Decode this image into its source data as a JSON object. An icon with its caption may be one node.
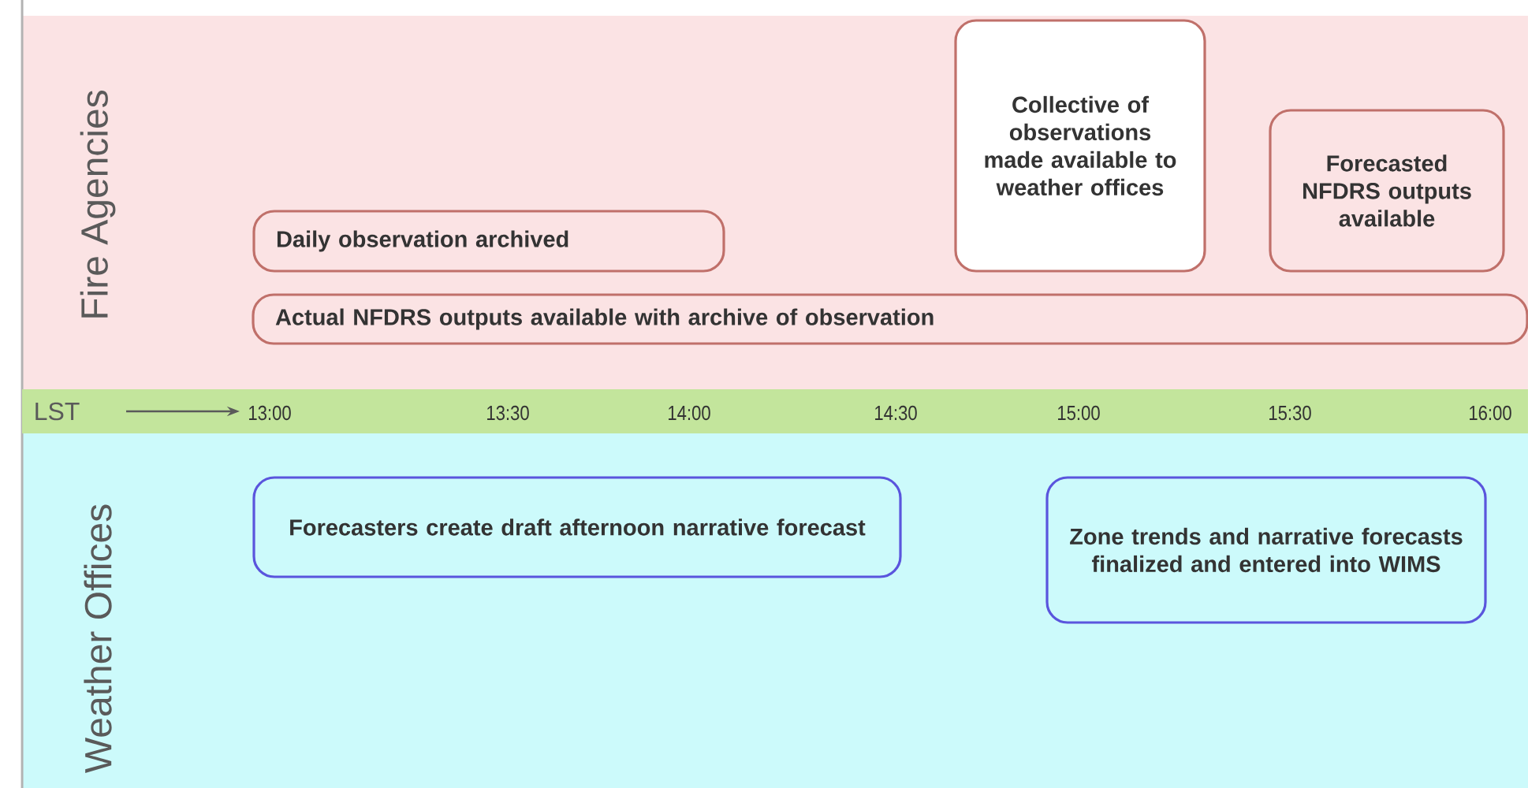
{
  "diagram": {
    "nodes": [
      {
        "text": [
          "Fire Agencies"
        ]
      },
      {
        "text": [
          "Daily observation archived"
        ],
        "in": 0
      },
      {
        "text": [
          "Actual NFDRS outputs available with archive of observation"
        ],
        "in": 0
      },
      {
        "text": [
          "Collective of observations made available to weather offices"
        ],
        "in": 0
      },
      {
        "text": [
          "Forecasted NFDRS outputs available"
        ],
        "in": 0
      },
      {
        "text": [
          "Weather Offices"
        ]
      },
      {
        "text": [
          "Forecasters create draft afternoon narrative forecast"
        ],
        "in": 5
      },
      {
        "text": [
          "Zone trends and narrative forecasts finalized and entered into WIMS"
        ],
        "in": 5
      }
    ],
    "edges": [],
    "labels": [
      "LST",
      "13:00",
      "13:30",
      "14:00",
      "14:30",
      "15:00",
      "15:30",
      "16:00"
    ]
  }
}
